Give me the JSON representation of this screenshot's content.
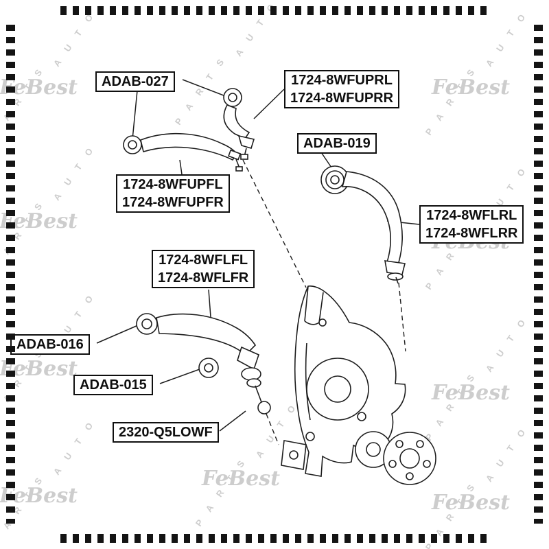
{
  "page": {
    "background": "#ffffff",
    "line_color": "#1d1d1d",
    "watermark_color": "#cdcdcd"
  },
  "watermark": {
    "brand": "FeBest",
    "auto": "A U T O",
    "parts": "P A R T S"
  },
  "labels": [
    {
      "id": "adab-027",
      "lines": [
        "ADAB-027"
      ]
    },
    {
      "id": "1724-8wfupr",
      "lines": [
        "1724-8WFUPRL",
        "1724-8WFUPRR"
      ]
    },
    {
      "id": "adab-019",
      "lines": [
        "ADAB-019"
      ]
    },
    {
      "id": "1724-8wfupf",
      "lines": [
        "1724-8WFUPFL",
        "1724-8WFUPFR"
      ]
    },
    {
      "id": "1724-8wflr",
      "lines": [
        "1724-8WFLRL",
        "1724-8WFLRR"
      ]
    },
    {
      "id": "1724-8wflf",
      "lines": [
        "1724-8WFLFL",
        "1724-8WFLFR"
      ]
    },
    {
      "id": "adab-016",
      "lines": [
        "ADAB-016"
      ]
    },
    {
      "id": "adab-015",
      "lines": [
        "ADAB-015"
      ]
    },
    {
      "id": "2320-q5lowf",
      "lines": [
        "2320-Q5LOWF"
      ]
    }
  ]
}
